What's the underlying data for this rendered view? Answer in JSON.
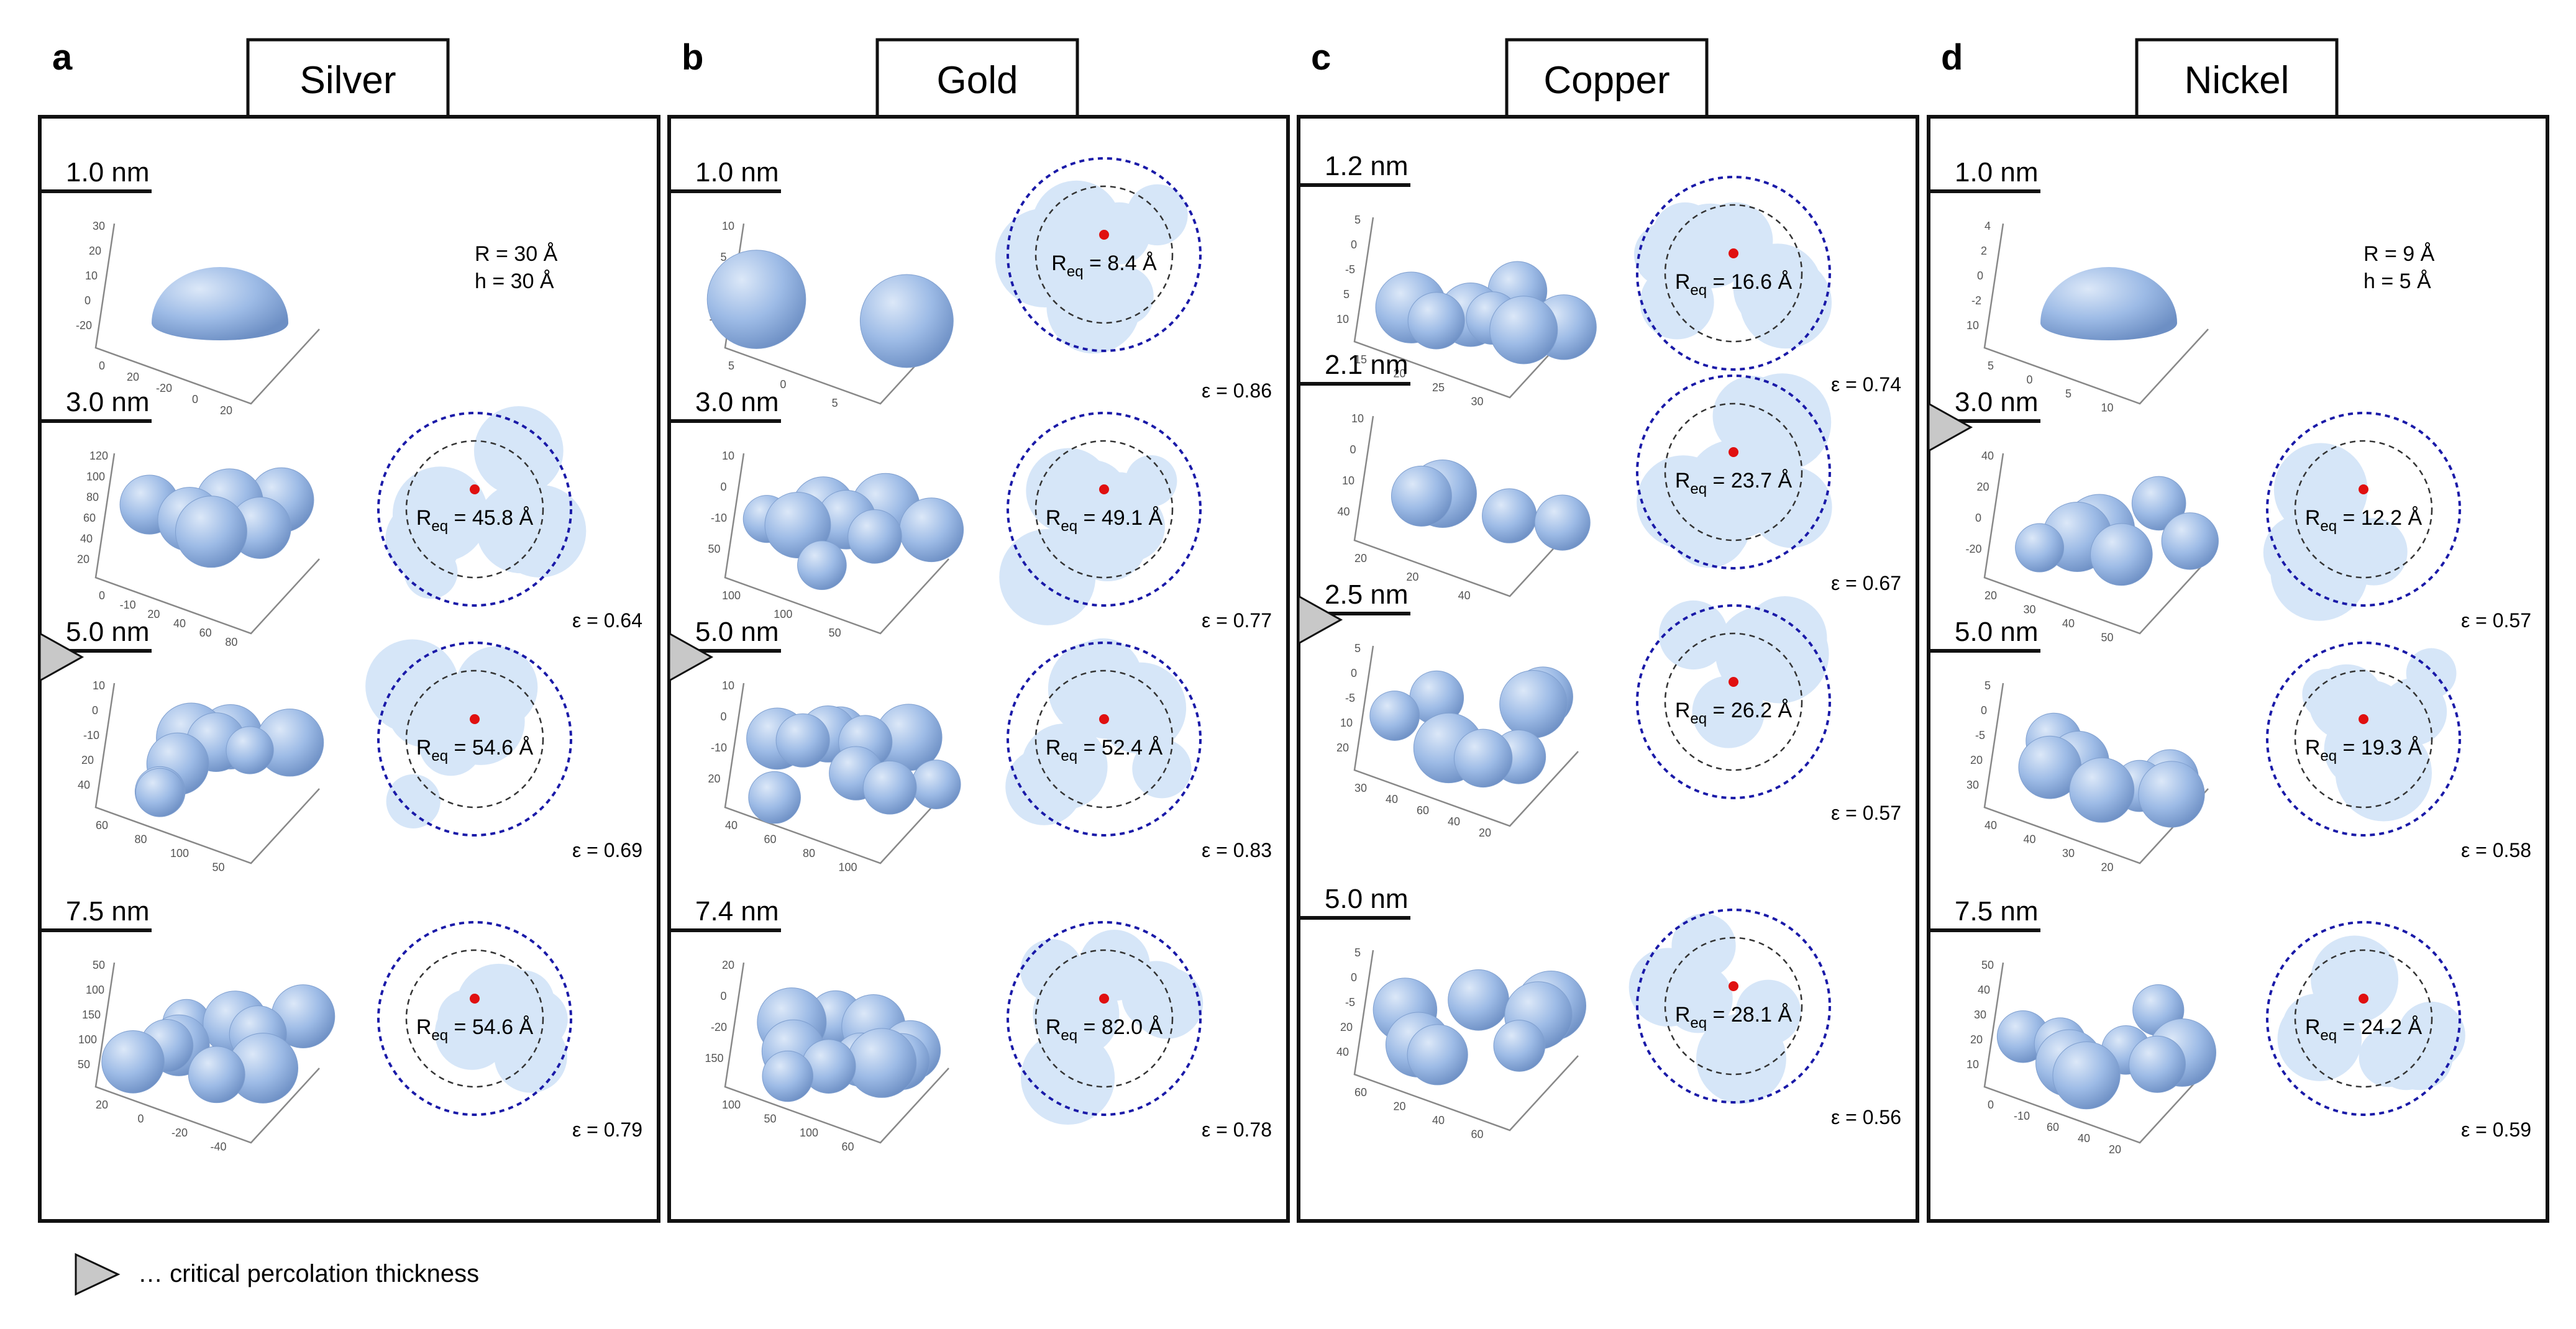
{
  "panels": [
    {
      "letter": "a",
      "metal": "Silver",
      "info": [
        "R = 30 Å",
        "h = 30 Å"
      ],
      "critical_row": 2,
      "rows": [
        {
          "thickness": "1.0 nm",
          "kind": "cap",
          "ticks": [
            "30",
            "20",
            "10",
            "0",
            "-20",
            "0",
            "20",
            "-20",
            "0",
            "20"
          ]
        },
        {
          "thickness": "3.0 nm",
          "kind": "cluster",
          "req": "45.8 Å",
          "eps": "0.64",
          "ticks": [
            "120",
            "100",
            "80",
            "60",
            "40",
            "20",
            "0",
            "-10",
            "20",
            "40",
            "60",
            "80"
          ],
          "nb": 6
        },
        {
          "thickness": "5.0 nm",
          "kind": "cluster",
          "req": "54.6 Å",
          "eps": "0.69",
          "ticks": [
            "10",
            "0",
            "-10",
            "20",
            "40",
            "60",
            "80",
            "100",
            "50"
          ],
          "nb": 9
        },
        {
          "thickness": "7.5 nm",
          "kind": "cluster",
          "req": "54.6 Å",
          "eps": "0.79",
          "ticks": [
            "50",
            "100",
            "150",
            "100",
            "50",
            "20",
            "0",
            "-20",
            "-40"
          ],
          "nb": 9
        }
      ]
    },
    {
      "letter": "b",
      "metal": "Gold",
      "info": [],
      "critical_row": 2,
      "rows": [
        {
          "thickness": "1.0 nm",
          "kind": "cluster",
          "req": "8.4 Å",
          "eps": "0.86",
          "ticks": [
            "10",
            "5",
            "0",
            "-5",
            "5",
            "0",
            "5"
          ],
          "nb": 2
        },
        {
          "thickness": "3.0 nm",
          "kind": "cluster",
          "req": "49.1 Å",
          "eps": "0.77",
          "ticks": [
            "10",
            "0",
            "-10",
            "50",
            "100",
            "100",
            "50"
          ],
          "nb": 8
        },
        {
          "thickness": "5.0 nm",
          "kind": "cluster",
          "req": "52.4 Å",
          "eps": "0.83",
          "ticks": [
            "10",
            "0",
            "-10",
            "20",
            "40",
            "60",
            "80",
            "100"
          ],
          "nb": 10
        },
        {
          "thickness": "7.4 nm",
          "kind": "cluster",
          "req": "82.0 Å",
          "eps": "0.78",
          "ticks": [
            "20",
            "0",
            "-20",
            "150",
            "100",
            "50",
            "100",
            "60"
          ],
          "nb": 10
        }
      ]
    },
    {
      "letter": "c",
      "metal": "Copper",
      "info": [],
      "critical_row": 2,
      "rows": [
        {
          "thickness": "1.2 nm",
          "kind": "cluster",
          "req": "16.6 Å",
          "eps": "0.74",
          "ticks": [
            "5",
            "0",
            "-5",
            "5",
            "10",
            "15",
            "20",
            "25",
            "30"
          ],
          "nb": 7
        },
        {
          "thickness": "2.1 nm",
          "kind": "cluster",
          "req": "23.7 Å",
          "eps": "0.67",
          "ticks": [
            "10",
            "0",
            "10",
            "40",
            "20",
            "20",
            "40"
          ],
          "nb": 4
        },
        {
          "thickness": "2.5 nm",
          "kind": "cluster",
          "req": "26.2 Å",
          "eps": "0.57",
          "ticks": [
            "5",
            "0",
            "-5",
            "10",
            "20",
            "30",
            "40",
            "60",
            "40",
            "20"
          ],
          "nb": 7
        },
        {
          "thickness": "5.0 nm",
          "kind": "cluster",
          "req": "28.1 Å",
          "eps": "0.56",
          "ticks": [
            "5",
            "0",
            "-5",
            "20",
            "40",
            "60",
            "20",
            "40",
            "60"
          ],
          "nb": 7
        }
      ]
    },
    {
      "letter": "d",
      "metal": "Nickel",
      "info": [
        "R = 9 Å",
        "h = 5 Å"
      ],
      "critical_row": 1,
      "rows": [
        {
          "thickness": "1.0 nm",
          "kind": "cap",
          "ticks": [
            "4",
            "2",
            "0",
            "-2",
            "10",
            "5",
            "0",
            "5",
            "10"
          ]
        },
        {
          "thickness": "3.0 nm",
          "kind": "cluster",
          "req": "12.2 Å",
          "eps": "0.57",
          "ticks": [
            "40",
            "20",
            "0",
            "-20",
            "20",
            "30",
            "40",
            "50"
          ],
          "nb": 6
        },
        {
          "thickness": "5.0 nm",
          "kind": "cluster",
          "req": "19.3 Å",
          "eps": "0.58",
          "ticks": [
            "5",
            "0",
            "-5",
            "20",
            "30",
            "40",
            "40",
            "30",
            "20"
          ],
          "nb": 7
        },
        {
          "thickness": "7.5 nm",
          "kind": "cluster",
          "req": "24.2 Å",
          "eps": "0.59",
          "ticks": [
            "50",
            "40",
            "30",
            "20",
            "10",
            "0",
            "-10",
            "60",
            "40",
            "20"
          ],
          "nb": 8
        }
      ]
    }
  ],
  "req_prefix": "R",
  "req_subscript": "eq",
  "eps_symbol": "ε",
  "legend_text": "… critical percolation thickness",
  "colors": {
    "sphere": "#9dbbe6",
    "sphere_dark": "#6d8fc4",
    "sphere_light": "#dce8f8",
    "projection": "#d6e6f8",
    "outer_circle": "#1a1aa8",
    "center_dot": "#e01010",
    "marker": "#c8c8c8",
    "border": "#111111",
    "axis": "#888888"
  }
}
